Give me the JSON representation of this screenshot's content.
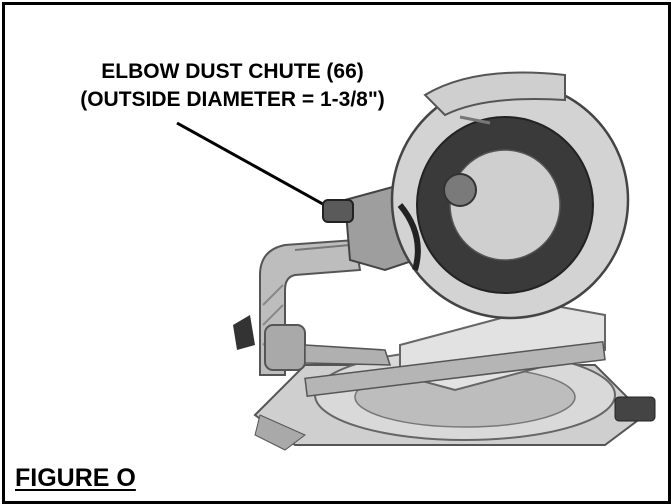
{
  "callout": {
    "line1": "ELBOW DUST CHUTE (66)",
    "line2": "(OUTSIDE DIAMETER = 1-3/8\")"
  },
  "caption": "FIGURE O",
  "illustration": {
    "subject": "miter-saw",
    "colors": {
      "body": "#bdbdbd",
      "body_dark": "#6f6f6f",
      "blade": "#3a3a3a",
      "base": "#cfcfcf",
      "ink": "#000000"
    }
  }
}
